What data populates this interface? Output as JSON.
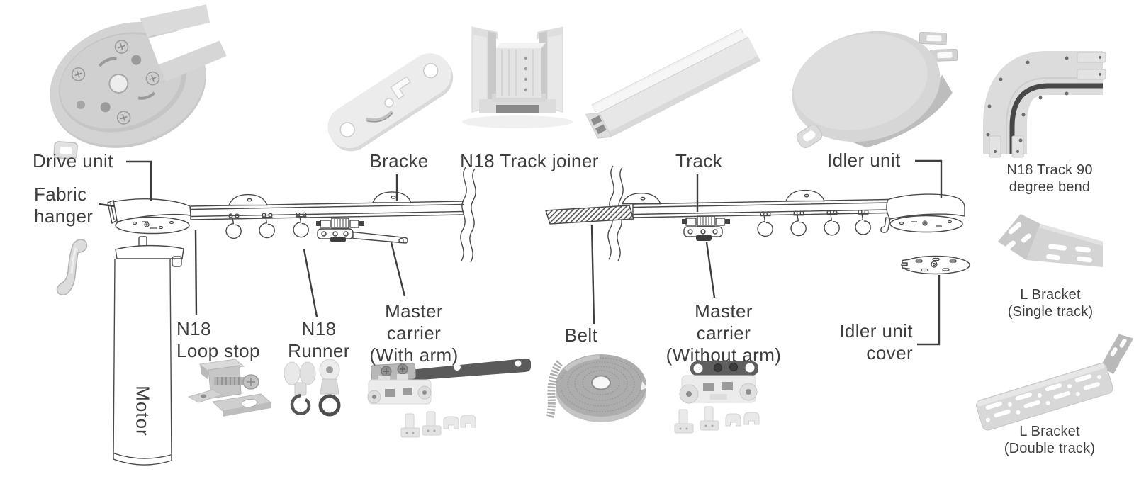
{
  "parts": {
    "drive_unit": {
      "label": "Drive unit"
    },
    "fabric_hanger": {
      "lines": [
        "Fabric",
        "hanger"
      ]
    },
    "bracket": {
      "label": "Bracke"
    },
    "track_joiner": {
      "label": "N18 Track joiner"
    },
    "track": {
      "label": "Track"
    },
    "idler_unit": {
      "label": "Idler unit"
    },
    "track_bend": {
      "lines": [
        "N18 Track 90",
        "degree bend"
      ]
    },
    "motor": {
      "label": "Motor"
    },
    "loop_stop": {
      "lines": [
        "N18",
        "Loop stop"
      ]
    },
    "runner": {
      "lines": [
        "N18",
        "Runner"
      ]
    },
    "master_carrier_with_arm": {
      "lines": [
        "Master",
        "carrier",
        "(With arm)"
      ]
    },
    "belt": {
      "label": "Belt"
    },
    "master_carrier_without_arm": {
      "lines": [
        "Master",
        "carrier",
        "(Without arm)"
      ]
    },
    "idler_unit_cover": {
      "lines": [
        "Idler unit",
        "cover"
      ]
    },
    "l_bracket_single": {
      "lines": [
        "L Bracket",
        "(Single track)"
      ]
    },
    "l_bracket_double": {
      "lines": [
        "L Bracket",
        "(Double track)"
      ]
    }
  },
  "colors": {
    "text": "#3e3e3e",
    "line_art": "#4a4a4a",
    "pointer": "#3e3e3e",
    "part_light": "#e6e6e6",
    "part_mid": "#cccccc",
    "part_dark": "#5a5a5a",
    "background": "#ffffff"
  }
}
